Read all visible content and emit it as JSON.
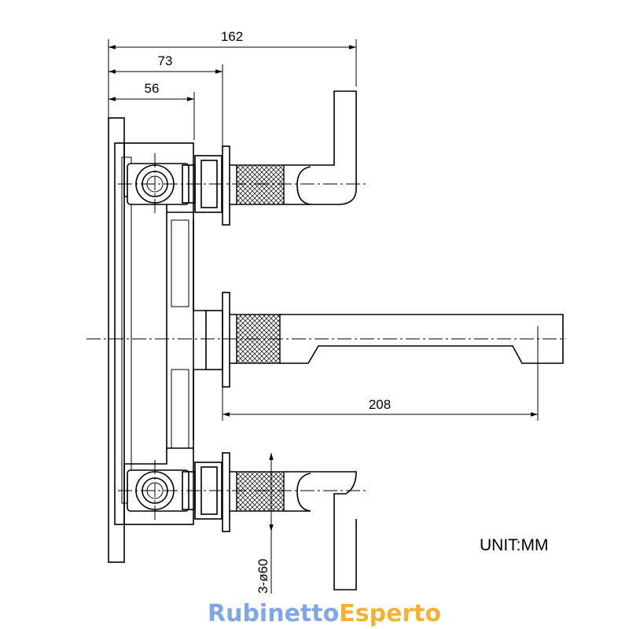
{
  "dimensions": {
    "overall_depth": "162",
    "handle_flange_depth": "73",
    "valve_body_depth": "56",
    "spout_projection": "208",
    "escutcheon_diameter": "3-ø60"
  },
  "unit_label": "UNIT:MM",
  "brand": {
    "part1": "Rubinetto",
    "part2": "Esperto",
    "color1": "#7fa7e8",
    "color2": "#f2b233"
  },
  "colors": {
    "line": "#000000",
    "background": "#ffffff"
  }
}
